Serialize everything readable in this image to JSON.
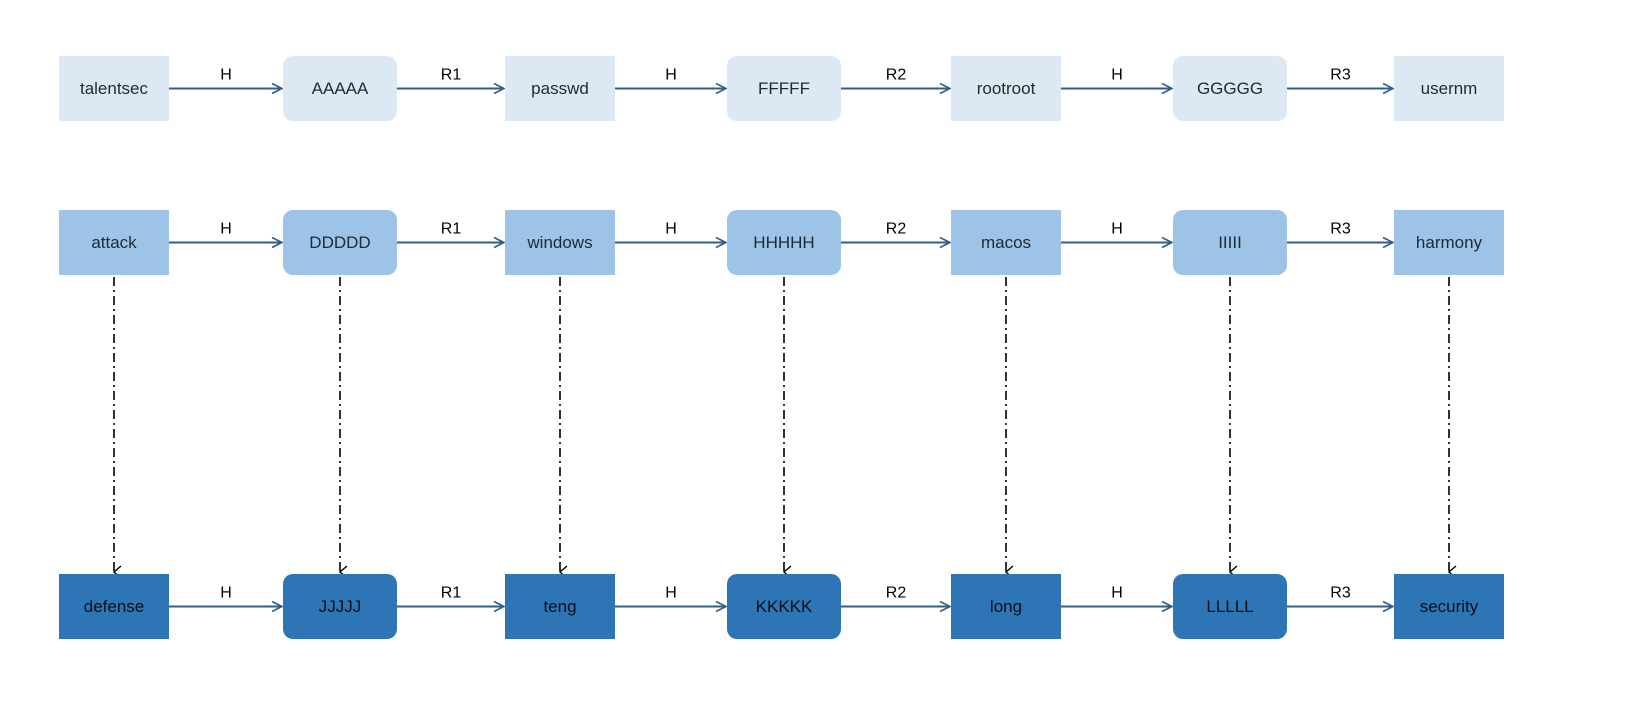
{
  "rows": [
    {
      "nodes": [
        "talentsec",
        "AAAAA",
        "passwd",
        "FFFFF",
        "rootroot",
        "GGGGG",
        "usernm"
      ],
      "edges": [
        "H",
        "R1",
        "H",
        "R2",
        "H",
        "R3"
      ],
      "fill": "#dde8f5"
    },
    {
      "nodes": [
        "attack",
        "DDDDD",
        "windows",
        "HHHHH",
        "macos",
        "IIIII",
        "harmony"
      ],
      "edges": [
        "H",
        "R1",
        "H",
        "R2",
        "H",
        "R3"
      ],
      "fill": "#9dc3e6"
    },
    {
      "nodes": [
        "defense",
        "JJJJJ",
        "teng",
        "KKKKK",
        "long",
        "LLLLL",
        "security"
      ],
      "edges": [
        "H",
        "R1",
        "H",
        "R2",
        "H",
        "R3"
      ],
      "fill": "#2e75b6"
    }
  ],
  "colors": {
    "arrow": "#2f5f8a",
    "dashed_arrow": "#000000"
  }
}
